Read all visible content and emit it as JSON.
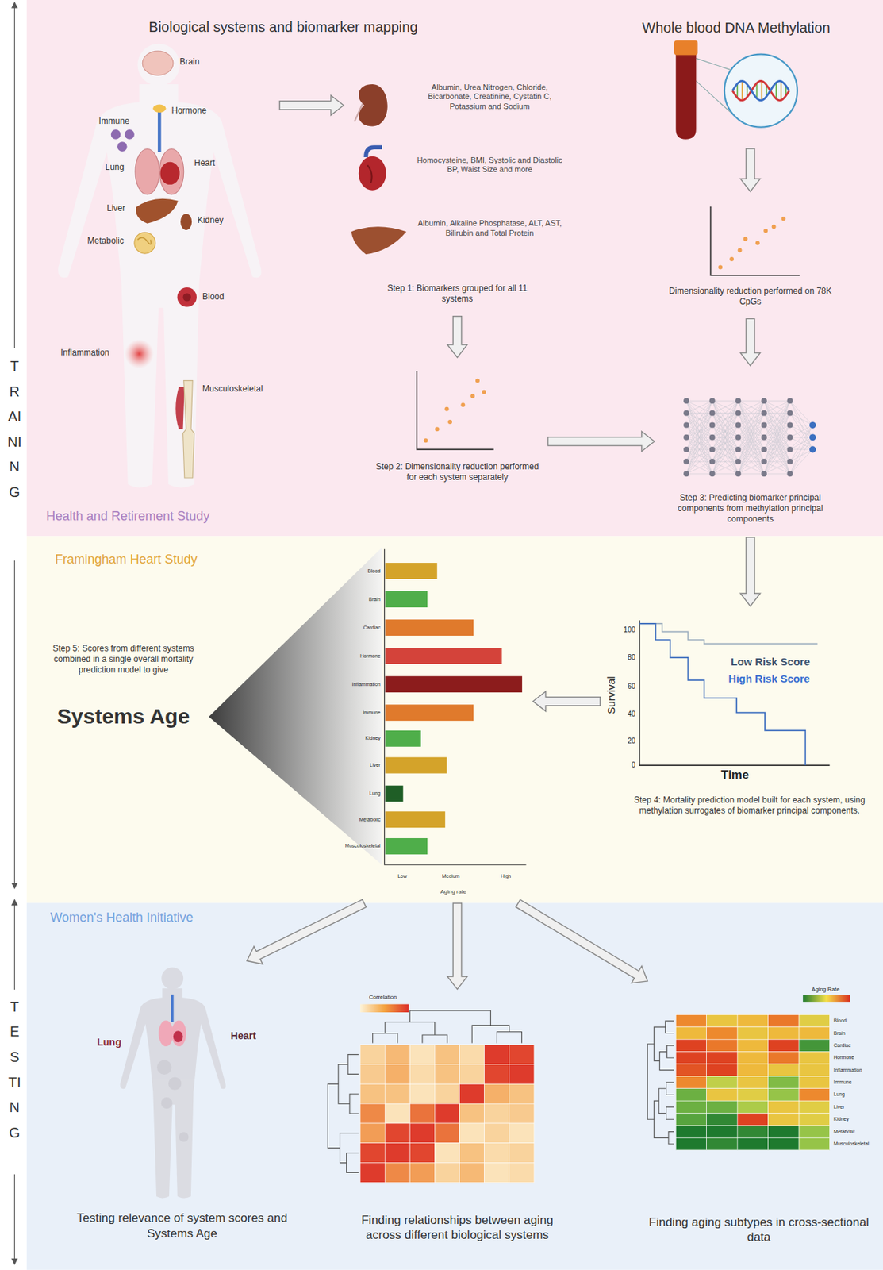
{
  "diagram": {
    "nodes": [
      {
        "text": [
          "Health and Retirement Study"
        ]
      },
      {
        "text": [
          "Brain",
          "Hormone",
          "Immune",
          "Lung",
          "Heart",
          "Liver",
          "Kidney",
          "Metabolic",
          "Blood",
          "Inflammation",
          "Musculoskeletal"
        ],
        "in": 0
      },
      {
        "text": [
          "Albumin, Urea Nitrogen, Chloride, Bicarbonate, Creatinine, Cystatin C, Potassium and Sodium",
          "Homocysteine, BMI, Systolic and Diastolic BP, Waist Size and more",
          "Albumin, Alkaline Phosphatase, ALT, AST, Bilirubin and Total Protein",
          "Step 1: Biomarkers grouped for all 11 systems"
        ],
        "in": 0
      },
      {
        "text": [
          "Step 2: Dimensionality reduction performed for each system separately"
        ],
        "in": 0
      },
      {
        "text": [
          "Whole blood DNA Methylation"
        ],
        "in": 0
      },
      {
        "text": [
          "Dimensionality reduction performed on 78K CpGs"
        ],
        "in": 0
      },
      {
        "text": [
          "Step 3: Predicting biomarker principal components from methylation principal components"
        ],
        "in": 0
      },
      {
        "text": [
          "Framingham Heart Study"
        ]
      },
      {
        "text": [
          "Step 5: Scores from different systems combined in a single overall mortality prediction model to give",
          "Systems Age"
        ],
        "in": 7
      },
      {
        "text": [
          "Aging rate"
        ],
        "in": 7
      },
      {
        "text": [
          "Step 4: Mortality prediction model built for each system, using methylation surrogates of biomarker principal components."
        ],
        "in": 7
      },
      {
        "text": [
          "Women's Health Initiative"
        ]
      },
      {
        "text": [
          "Lung",
          "Heart",
          "Testing relevance of system scores and Systems Age"
        ],
        "in": 11
      },
      {
        "text": [
          "Finding relationships between aging across different biological systems"
        ],
        "in": 11
      },
      {
        "text": [
          "Finding aging subtypes in cross-sectional data"
        ],
        "in": 11
      }
    ],
    "edges": [
      {
        "from": 1,
        "to": 2,
        "arrow": "to"
      },
      {
        "from": 2,
        "to": 3,
        "arrow": "to"
      },
      {
        "from": 4,
        "to": 5,
        "arrow": "to"
      },
      {
        "from": 3,
        "to": 6,
        "arrow": "to"
      },
      {
        "from": 5,
        "to": 6,
        "arrow": "to"
      },
      {
        "from": 6,
        "to": 10,
        "arrow": "to"
      },
      {
        "from": 10,
        "to": 9,
        "arrow": "to"
      },
      {
        "from": 9,
        "to": 12,
        "arrow": "to"
      },
      {
        "from": 9,
        "to": 13,
        "arrow": "to"
      },
      {
        "from": 9,
        "to": 14,
        "arrow": "to"
      }
    ],
    "labels": [
      "TRAINING",
      "Biological systems and biomarker mapping",
      "Blood",
      "Brain",
      "Cardiac",
      "Hormone",
      "Inflammation",
      "Immune",
      "Kidney",
      "Liver",
      "Lung",
      "Metabolic",
      "Musculoskeletal",
      "Low",
      "Medium",
      "High",
      "100",
      "80",
      "60",
      "40",
      "20",
      "0",
      "Survival",
      "Time",
      "Low Risk Score",
      "High Risk Score",
      "Correlation",
      "Aging Rate",
      "Blood",
      "Brain",
      "Cardiac",
      "Hormone",
      "Inflammation",
      "Immune",
      "Lung",
      "Liver",
      "Kidney",
      "Metabolic",
      "Musculoskeletal",
      "TESTING"
    ]
  }
}
